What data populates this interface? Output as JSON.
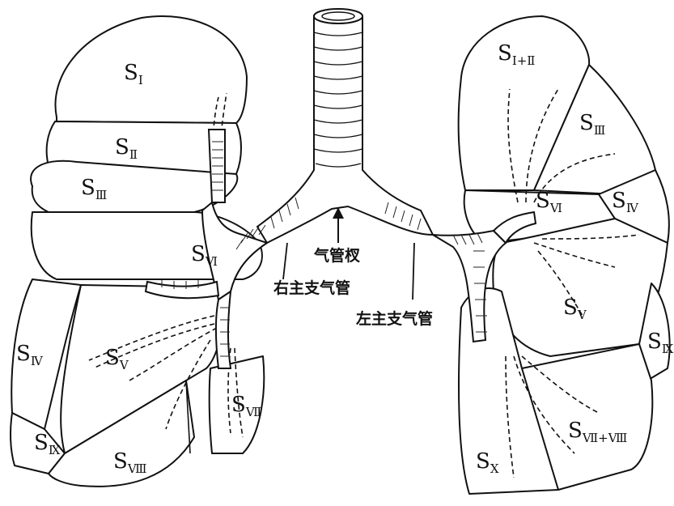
{
  "segments": {
    "right": [
      {
        "id": "r-s1",
        "main": "S",
        "sub": "Ⅰ"
      },
      {
        "id": "r-s2",
        "main": "S",
        "sub": "Ⅱ"
      },
      {
        "id": "r-s3",
        "main": "S",
        "sub": "Ⅲ"
      },
      {
        "id": "r-s6",
        "main": "S",
        "sub": "Ⅵ"
      },
      {
        "id": "r-s4",
        "main": "S",
        "sub": "Ⅳ"
      },
      {
        "id": "r-s5",
        "main": "S",
        "sub": "Ⅴ"
      },
      {
        "id": "r-s7",
        "main": "S",
        "sub": "Ⅶ"
      },
      {
        "id": "r-s9",
        "main": "S",
        "sub": "Ⅸ"
      },
      {
        "id": "r-s8",
        "main": "S",
        "sub": "Ⅷ"
      }
    ],
    "left": [
      {
        "id": "l-s1-2",
        "main": "S",
        "sub": "Ⅰ+Ⅱ"
      },
      {
        "id": "l-s3",
        "main": "S",
        "sub": "Ⅲ"
      },
      {
        "id": "l-s6",
        "main": "S",
        "sub": "Ⅵ"
      },
      {
        "id": "l-s4",
        "main": "S",
        "sub": "Ⅳ"
      },
      {
        "id": "l-s5",
        "main": "S",
        "sub": "Ⅴ"
      },
      {
        "id": "l-s9",
        "main": "S",
        "sub": "Ⅸ"
      },
      {
        "id": "l-s7-8",
        "main": "S",
        "sub": "Ⅶ+Ⅷ"
      },
      {
        "id": "l-s10",
        "main": "S",
        "sub": "Ⅹ"
      }
    ]
  },
  "annotations": {
    "carina": "气管杈",
    "right_main_bronchus": "右主支气管",
    "left_main_bronchus": "左主支气管"
  }
}
